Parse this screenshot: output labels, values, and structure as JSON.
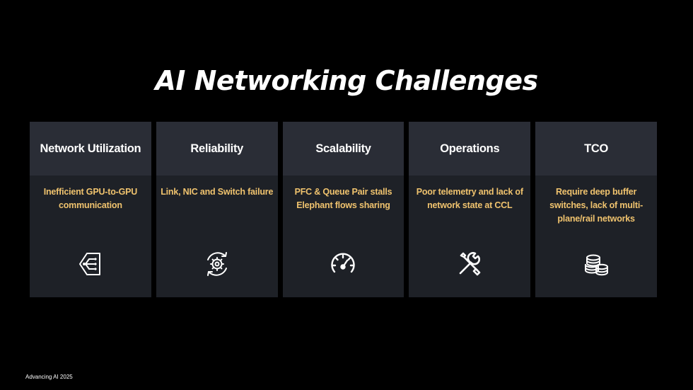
{
  "title": "AI Networking Challenges",
  "footer": "Advancing AI 2025",
  "accent_color": "#f0c36e",
  "cards": [
    {
      "title": "Network Utilization",
      "description": "Inefficient GPU-to-GPU communication",
      "icon": "network-flow-icon"
    },
    {
      "title": "Reliability",
      "description": "Link, NIC and Switch failure",
      "icon": "gear-cycle-icon"
    },
    {
      "title": "Scalability",
      "description": "PFC & Queue Pair stalls Elephant flows sharing",
      "icon": "speedometer-icon"
    },
    {
      "title": "Operations",
      "description": "Poor telemetry and lack of network state at CCL",
      "icon": "tools-icon"
    },
    {
      "title": "TCO",
      "description": "Require deep buffer switches, lack of multi-plane/rail networks",
      "icon": "coins-icon"
    }
  ]
}
